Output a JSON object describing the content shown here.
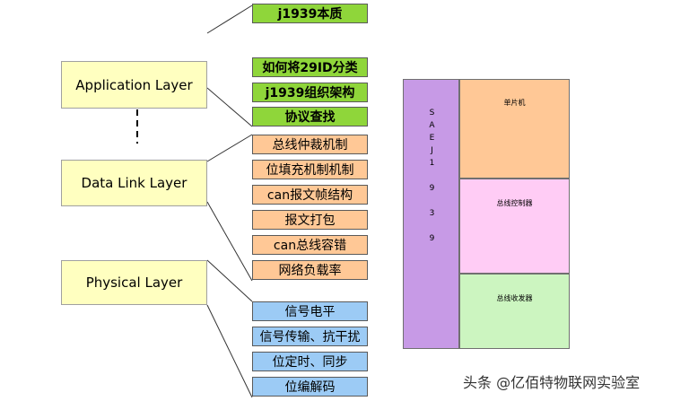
{
  "layers": [
    {
      "id": "application",
      "label": "Application Layer"
    },
    {
      "id": "datalink",
      "label": "Data Link Layer"
    },
    {
      "id": "physical",
      "label": "Physical Layer"
    }
  ],
  "application_tags": [
    "j1939本质",
    "如何将29ID分类",
    "j1939组织架构",
    "协议查找"
  ],
  "datalink_tags": [
    "总线仲裁机制",
    "位填充机制机制",
    "can报文帧结构",
    "报文打包",
    "can总线容错",
    "网络负载率"
  ],
  "physical_tags": [
    "信号电平",
    "信号传输、抗干扰",
    "位定时、同步",
    "位编解码"
  ],
  "device": {
    "vertical_label": [
      "S",
      "A",
      "E",
      "J",
      "1",
      "",
      "9",
      "",
      "3",
      "",
      "9"
    ],
    "blocks": [
      "单片机",
      "总线控制器",
      "总线收发器"
    ]
  },
  "colors": {
    "layer_fill": "#ffffc0",
    "green": "#8fd63a",
    "orange": "#ffc896",
    "blue": "#9ccbf5",
    "purple": "#c79ae6",
    "mcu": "#ffc896",
    "controller": "#ffccf5",
    "transceiver": "#ccf5c0"
  },
  "watermark": "头条 @亿佰特物联网实验室"
}
